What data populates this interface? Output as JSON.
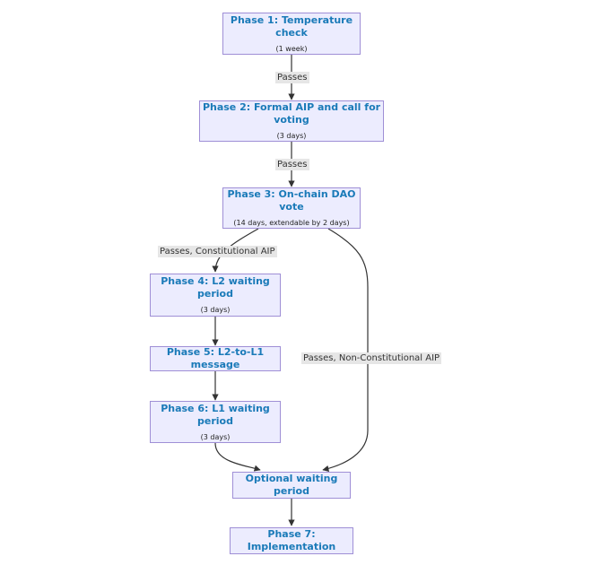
{
  "nodes": {
    "phase1": {
      "title": "Phase 1: Temperature check",
      "subtitle": "(1 week)"
    },
    "phase2": {
      "title": "Phase 2: Formal AIP and call for voting",
      "subtitle": "(3 days)"
    },
    "phase3": {
      "title": "Phase 3: On-chain DAO vote",
      "subtitle": "(14 days, extendable by 2 days)"
    },
    "phase4": {
      "title": "Phase 4: L2 waiting period",
      "subtitle": "(3 days)"
    },
    "phase5": {
      "title": "Phase 5: L2-to-L1 message"
    },
    "phase6": {
      "title": "Phase 6: L1 waiting period",
      "subtitle": "(3 days)"
    },
    "optional": {
      "title": "Optional waiting period"
    },
    "phase7": {
      "title": "Phase 7: Implementation"
    }
  },
  "edges": {
    "p1_p2": "Passes",
    "p2_p3": "Passes",
    "p3_p4": "Passes, Constitutional AIP",
    "p3_opt": "Passes, Non-Constitutional AIP"
  },
  "colors": {
    "node_fill": "#ececfe",
    "node_border": "#9f8fd6",
    "title_text": "#1a7ab8",
    "edge": "#333333",
    "label_bg": "#e6e6e6"
  }
}
